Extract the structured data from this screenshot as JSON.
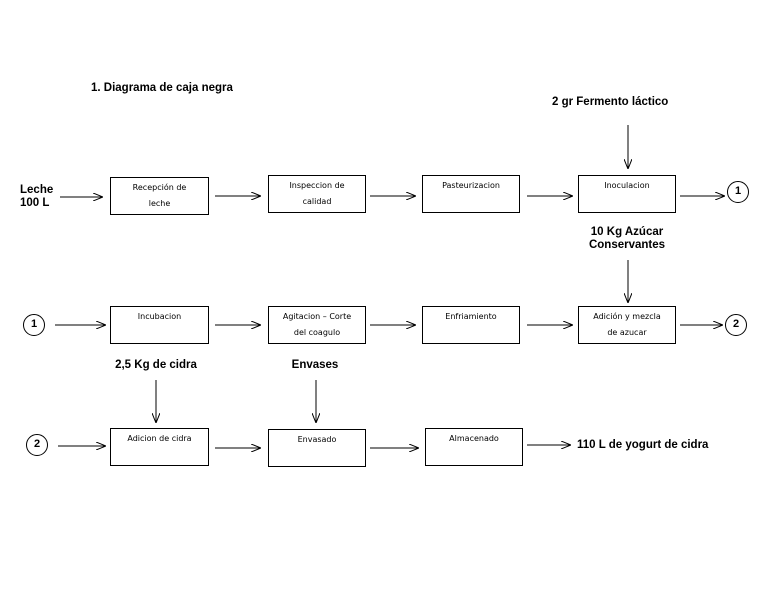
{
  "title": "1.  Diagrama de caja negra",
  "inputs": {
    "leche": [
      "Leche",
      "100 L"
    ],
    "fermento": "2 gr  Fermento láctico",
    "azucar": [
      "10 Kg Azúcar",
      "Conservantes"
    ],
    "cidra": "2,5 Kg de cidra",
    "envases": "Envases"
  },
  "boxes": {
    "recepcion": [
      "Recepción de",
      "leche"
    ],
    "inspeccion": [
      "Inspeccion de",
      "calidad"
    ],
    "pasteurizacion": [
      "Pasteurizacion"
    ],
    "inoculacion": [
      "Inoculacion"
    ],
    "incubacion": [
      "Incubacion"
    ],
    "agitacion": [
      "Agitacion – Corte",
      "del coagulo"
    ],
    "enfriamiento": [
      "Enfriamiento"
    ],
    "adicion_mezcla": [
      "Adición y mezcla",
      "de azucar"
    ],
    "adicion_cidra": [
      "Adicion de cidra"
    ],
    "envasado": [
      "Envasado"
    ],
    "almacenado": [
      "Almacenado"
    ]
  },
  "connectors": {
    "c1": "1",
    "c2": "2"
  },
  "output": "110 L de yogurt de cidra"
}
